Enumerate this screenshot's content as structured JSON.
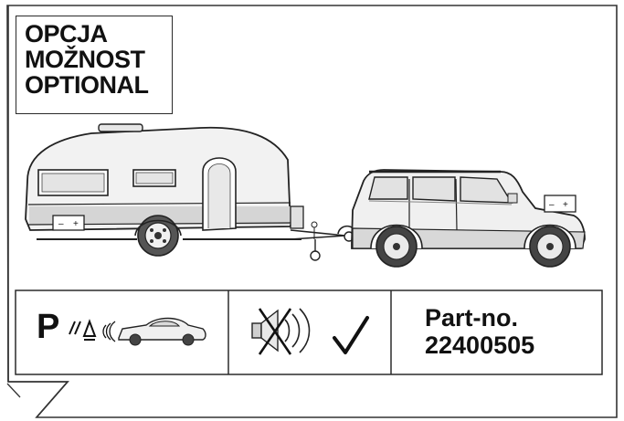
{
  "option_label": {
    "line1": "OPCJA",
    "line2": "MOŽNOST",
    "line3": "OPTIONAL"
  },
  "info_row": {
    "parking_symbol_letter": "P",
    "part_label": "Part-no.",
    "part_number": "22400505"
  },
  "icons": [
    "caravan-icon",
    "suv-car-icon",
    "parking-sensor-icon",
    "car-icon",
    "speaker-muted-icon",
    "checkmark-icon"
  ]
}
